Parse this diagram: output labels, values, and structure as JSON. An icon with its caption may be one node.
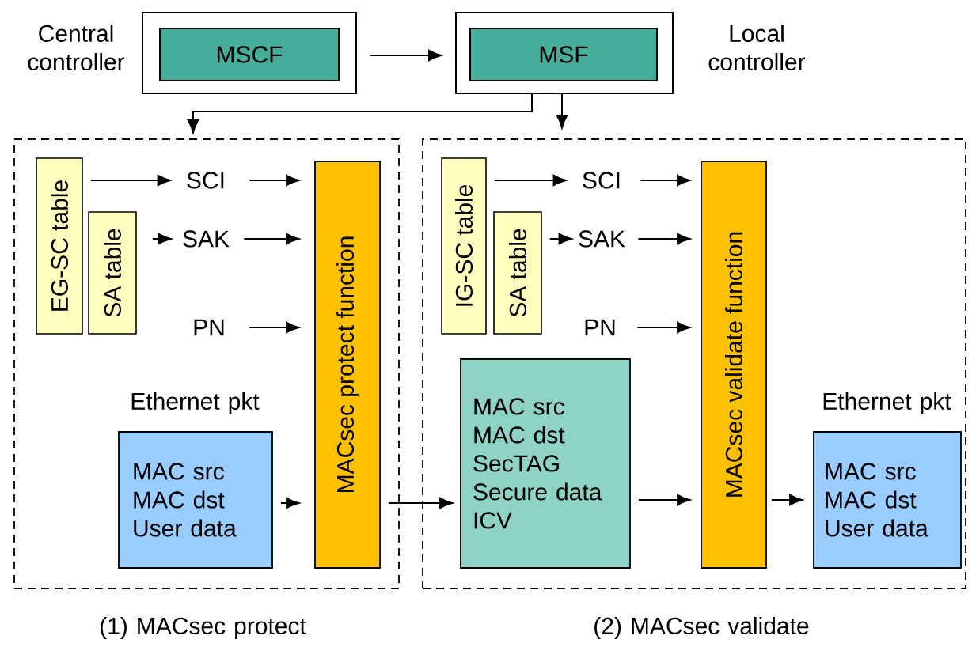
{
  "diagram": {
    "nodes": [
      {
        "text": [],
        "shape": "box",
        "beside": [
          "Central controller"
        ]
      },
      {
        "text": [
          "MSCF"
        ],
        "in": 0
      },
      {
        "text": [],
        "shape": "box",
        "beside": [
          "Local controller"
        ]
      },
      {
        "text": [
          "MSF"
        ],
        "in": 2
      },
      {
        "text": [],
        "shape": "box",
        "beside": [
          "(1) MACsec protect"
        ]
      },
      {
        "text": [],
        "shape": "box",
        "beside": [
          "(2) MACsec validate"
        ]
      },
      {
        "text": [
          "EG-SC table"
        ],
        "in": 4
      },
      {
        "text": [
          "SA table"
        ],
        "in": 4
      },
      {
        "text": [
          "SCI"
        ],
        "in": 4
      },
      {
        "text": [
          "SAK"
        ],
        "in": 4
      },
      {
        "text": [
          "PN"
        ],
        "in": 4
      },
      {
        "text": [
          "MAC src MAC dst User data"
        ],
        "in": 4,
        "beside": [
          "Ethernet pkt"
        ]
      },
      {
        "text": [
          "MACsec protect function"
        ],
        "in": 4
      },
      {
        "text": [
          "IG-SC table"
        ],
        "in": 5
      },
      {
        "text": [
          "SA table"
        ],
        "in": 5
      },
      {
        "text": [
          "SCI"
        ],
        "in": 5
      },
      {
        "text": [
          "SAK"
        ],
        "in": 5
      },
      {
        "text": [
          "PN"
        ],
        "in": 5
      },
      {
        "text": [
          "MAC src MAC dst SecTAG Secure data ICV"
        ],
        "in": 5
      },
      {
        "text": [
          "MACsec validate function"
        ],
        "in": 5
      },
      {
        "text": [
          "MAC src MAC dst User data"
        ],
        "in": 5,
        "beside": [
          "Ethernet pkt"
        ]
      }
    ],
    "edges": [
      {
        "from": 0,
        "to": 2,
        "arrow": "to"
      },
      {
        "from": 2,
        "to": 4,
        "arrow": "to"
      },
      {
        "from": 2,
        "to": 5,
        "arrow": "to"
      },
      {
        "from": 6,
        "to": 8,
        "arrow": "to"
      },
      {
        "from": 8,
        "to": 12,
        "arrow": "to"
      },
      {
        "from": 7,
        "to": 9,
        "arrow": "to"
      },
      {
        "from": 9,
        "to": 12,
        "arrow": "to"
      },
      {
        "from": 10,
        "to": 12,
        "arrow": "to"
      },
      {
        "from": 11,
        "to": 12,
        "arrow": "to"
      },
      {
        "from": 12,
        "to": 18,
        "arrow": "to"
      },
      {
        "from": 13,
        "to": 15,
        "arrow": "to"
      },
      {
        "from": 15,
        "to": 19,
        "arrow": "to"
      },
      {
        "from": 14,
        "to": 16,
        "arrow": "to"
      },
      {
        "from": 16,
        "to": 19,
        "arrow": "to"
      },
      {
        "from": 17,
        "to": 19,
        "arrow": "to"
      },
      {
        "from": 18,
        "to": 19,
        "arrow": "to"
      },
      {
        "from": 19,
        "to": 20,
        "arrow": "to"
      }
    ]
  }
}
